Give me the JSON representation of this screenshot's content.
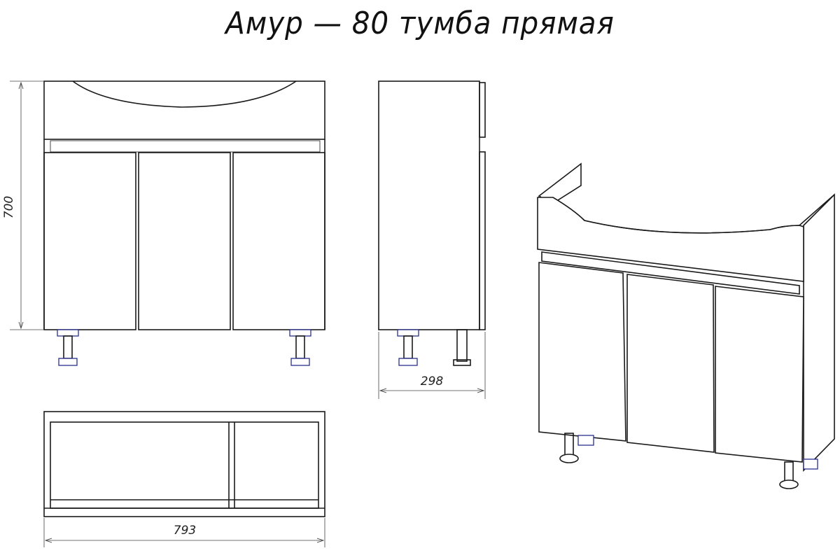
{
  "title": "Амур — 80 тумба прямая",
  "dimensions": {
    "height": "700",
    "depth": "298",
    "width": "793"
  }
}
